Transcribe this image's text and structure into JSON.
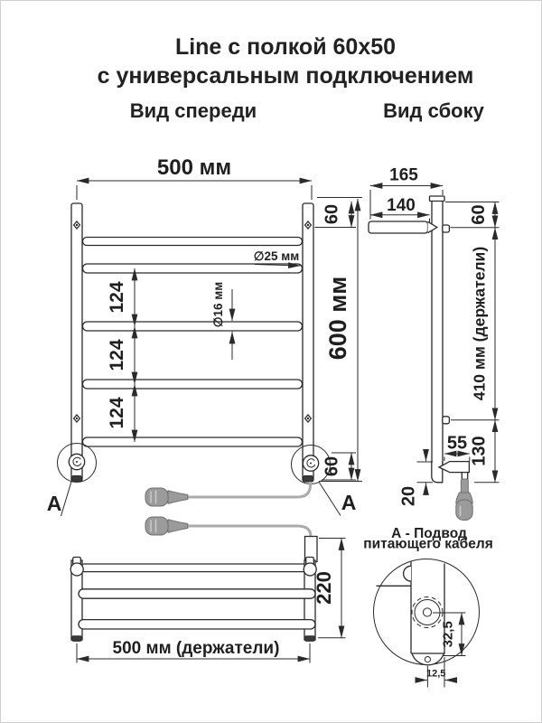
{
  "title": {
    "line1": "Line с полкой 60x50",
    "line2": "с универсальным подключением"
  },
  "view_labels": {
    "front": "Вид спереди",
    "side": "Вид сбоку"
  },
  "front_view": {
    "width": "500 мм",
    "height": "600 мм",
    "top_offset": "60",
    "bottom_offset": "60",
    "spacing1": "124",
    "spacing2": "124",
    "spacing3": "124",
    "tube_diameter": "∅25 мм",
    "rung_diameter": "∅16 мм",
    "marker_left": "А",
    "marker_right": "А"
  },
  "side_view": {
    "depth_total": "165",
    "shelf_depth": "140",
    "top_offset": "60",
    "holders_span": "410 мм (держатели)",
    "bottom_span": "130",
    "bracket_width": "55",
    "cable_offset": "20"
  },
  "shelf_view": {
    "width": "500 мм (держатели)",
    "depth": "220"
  },
  "detail_view": {
    "caption_line1": "А - Подвод",
    "caption_line2": "питающего кабеля",
    "center_offset": "32,5",
    "cable_offset": "12,5"
  },
  "accent_colors": {
    "line": "#2a2a2a",
    "cable": "#ababab",
    "plug": "#9b9b9b"
  }
}
